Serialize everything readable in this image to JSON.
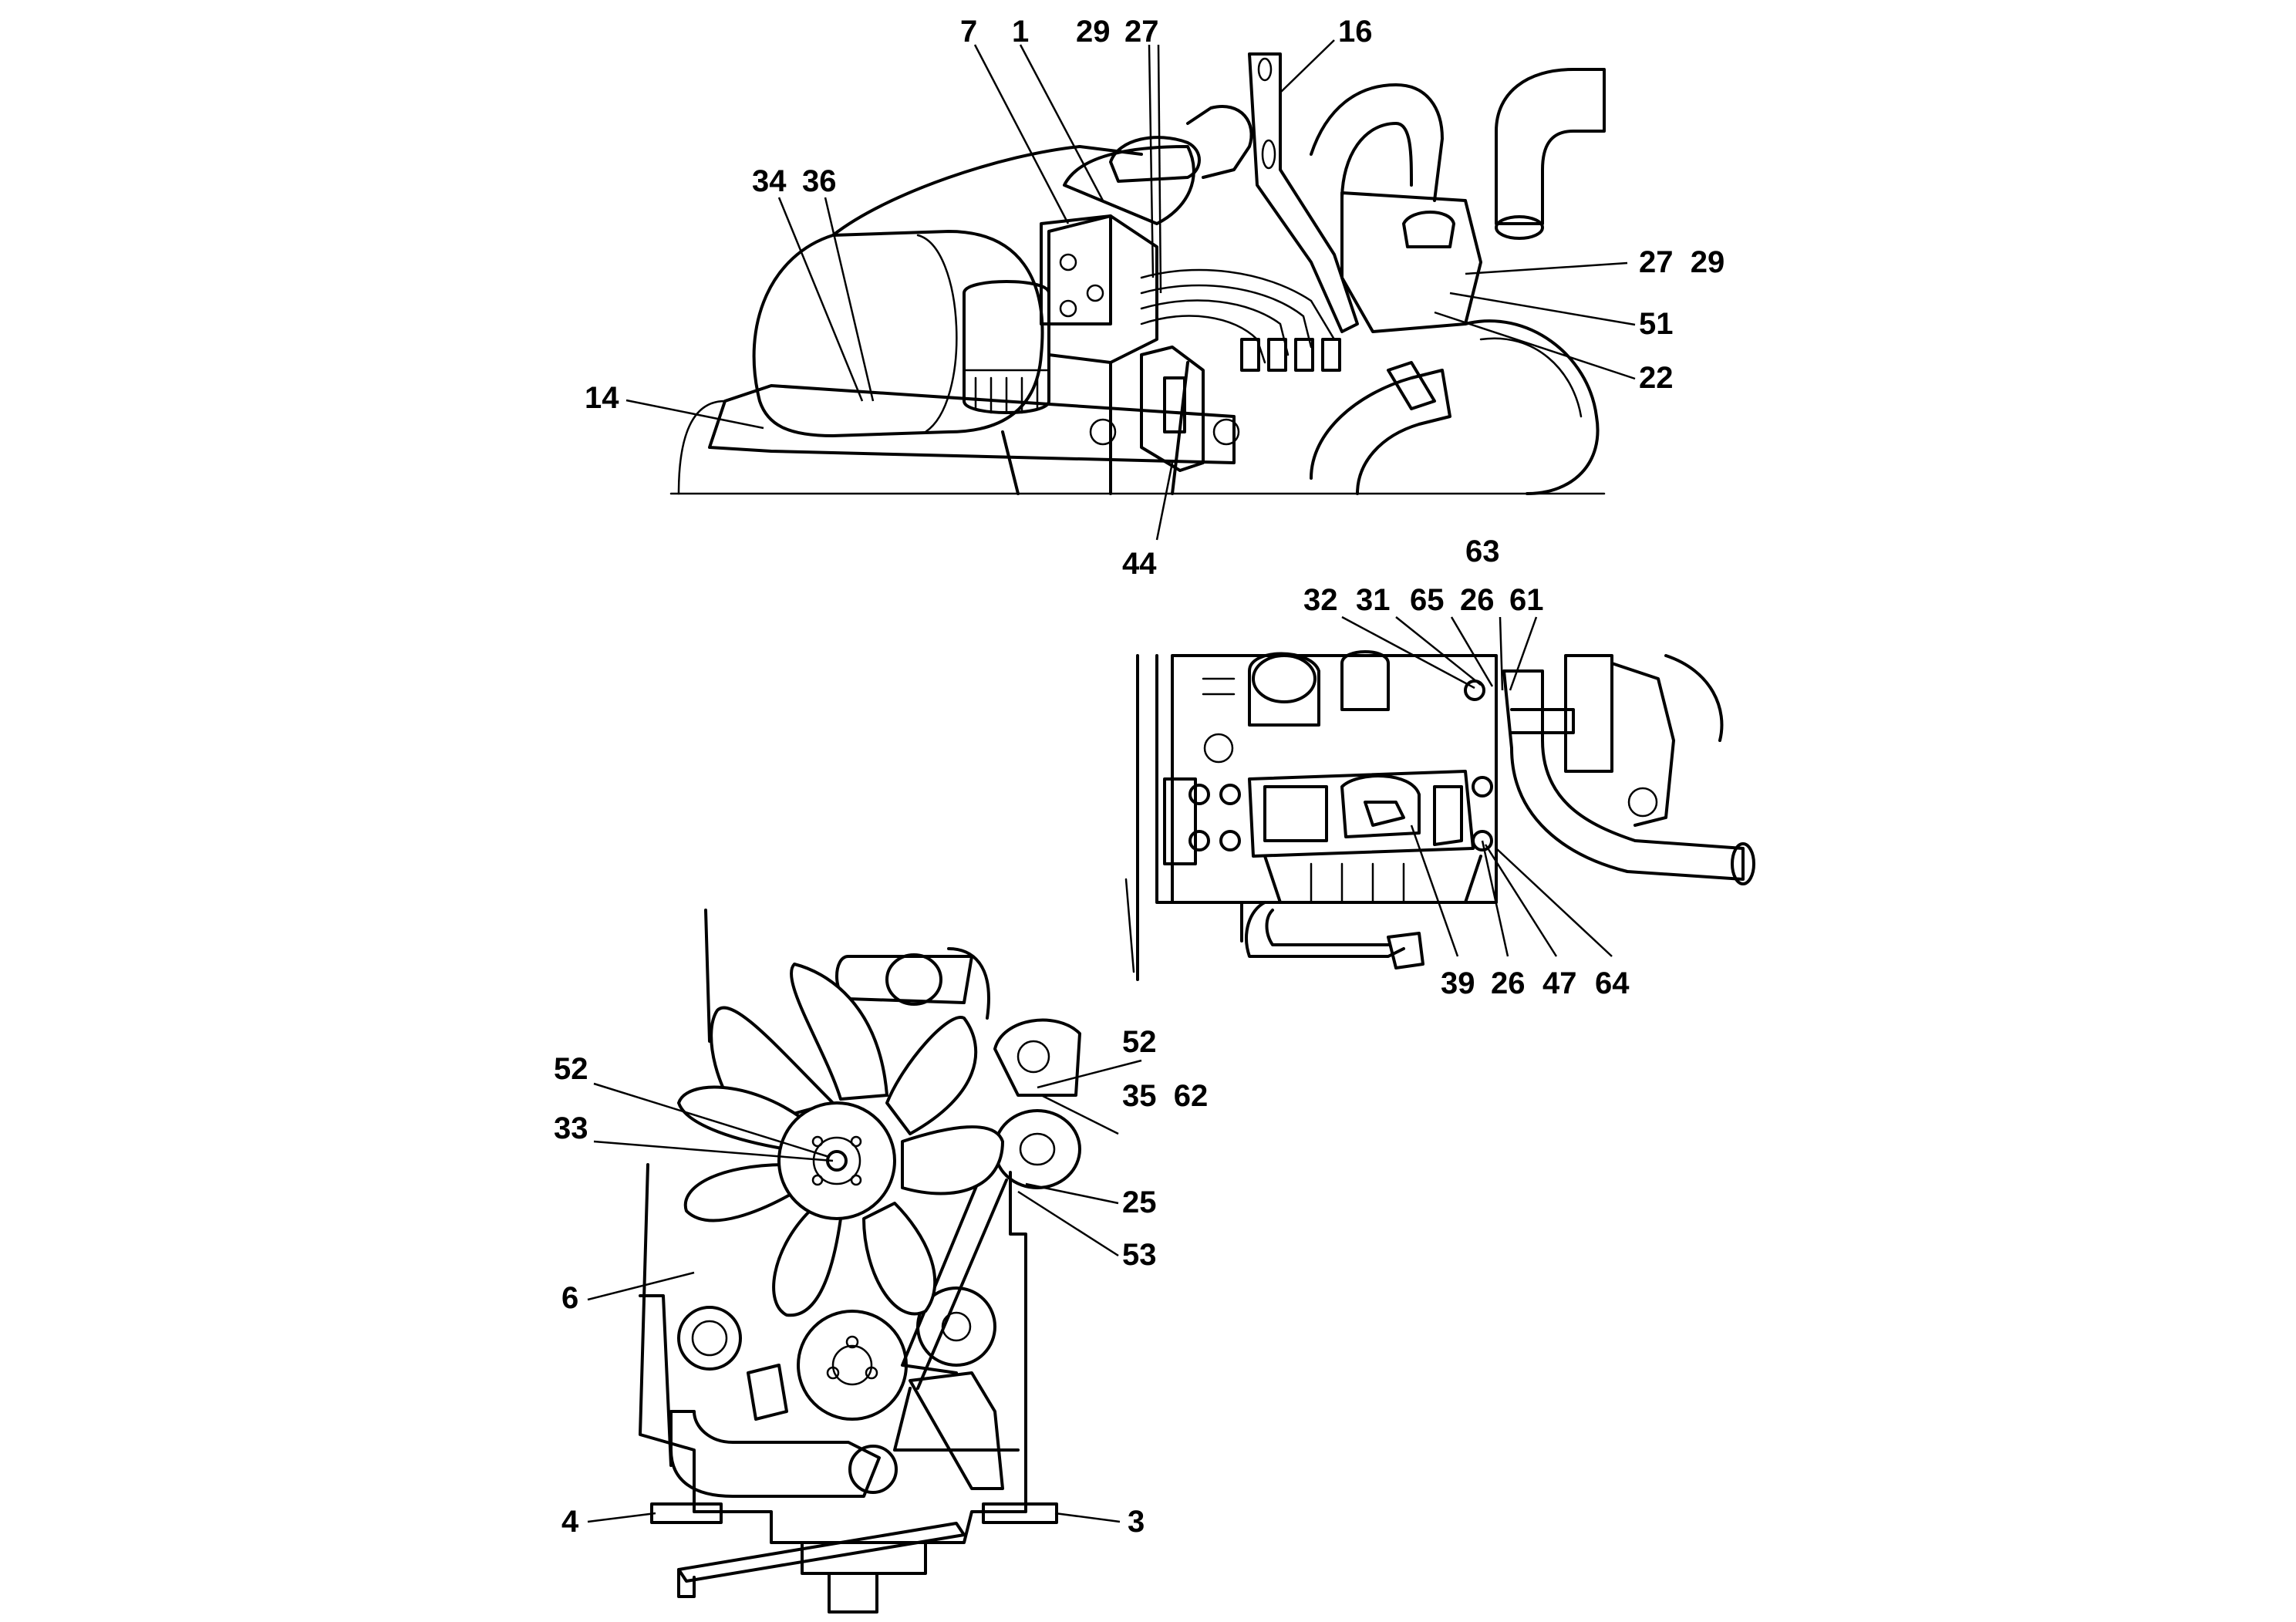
{
  "views": {
    "top": {
      "labels": [
        {
          "id": "t7",
          "text": "7"
        },
        {
          "id": "t1",
          "text": "1"
        },
        {
          "id": "t29a",
          "text": "29"
        },
        {
          "id": "t27a",
          "text": "27"
        },
        {
          "id": "t16",
          "text": "16"
        },
        {
          "id": "t34",
          "text": "34"
        },
        {
          "id": "t36",
          "text": "36"
        },
        {
          "id": "t2729",
          "text": "27  29"
        },
        {
          "id": "t51",
          "text": "51"
        },
        {
          "id": "t22",
          "text": "22"
        },
        {
          "id": "t14",
          "text": "14"
        },
        {
          "id": "t44",
          "text": "44"
        }
      ]
    },
    "side": {
      "labels": [
        {
          "id": "s63",
          "text": "63"
        },
        {
          "id": "s32",
          "text": "32"
        },
        {
          "id": "s31",
          "text": "31"
        },
        {
          "id": "s65",
          "text": "65"
        },
        {
          "id": "s26a",
          "text": "26"
        },
        {
          "id": "s61",
          "text": "61"
        },
        {
          "id": "s39",
          "text": "39"
        },
        {
          "id": "s26b",
          "text": "26"
        },
        {
          "id": "s47",
          "text": "47"
        },
        {
          "id": "s64",
          "text": "64"
        }
      ]
    },
    "front": {
      "labels": [
        {
          "id": "f52a",
          "text": "52"
        },
        {
          "id": "f52b",
          "text": "52"
        },
        {
          "id": "f3562",
          "text": "35  62"
        },
        {
          "id": "f33",
          "text": "33"
        },
        {
          "id": "f25",
          "text": "25"
        },
        {
          "id": "f53",
          "text": "53"
        },
        {
          "id": "f6",
          "text": "6"
        },
        {
          "id": "f4",
          "text": "4"
        },
        {
          "id": "f3",
          "text": "3"
        }
      ]
    }
  }
}
